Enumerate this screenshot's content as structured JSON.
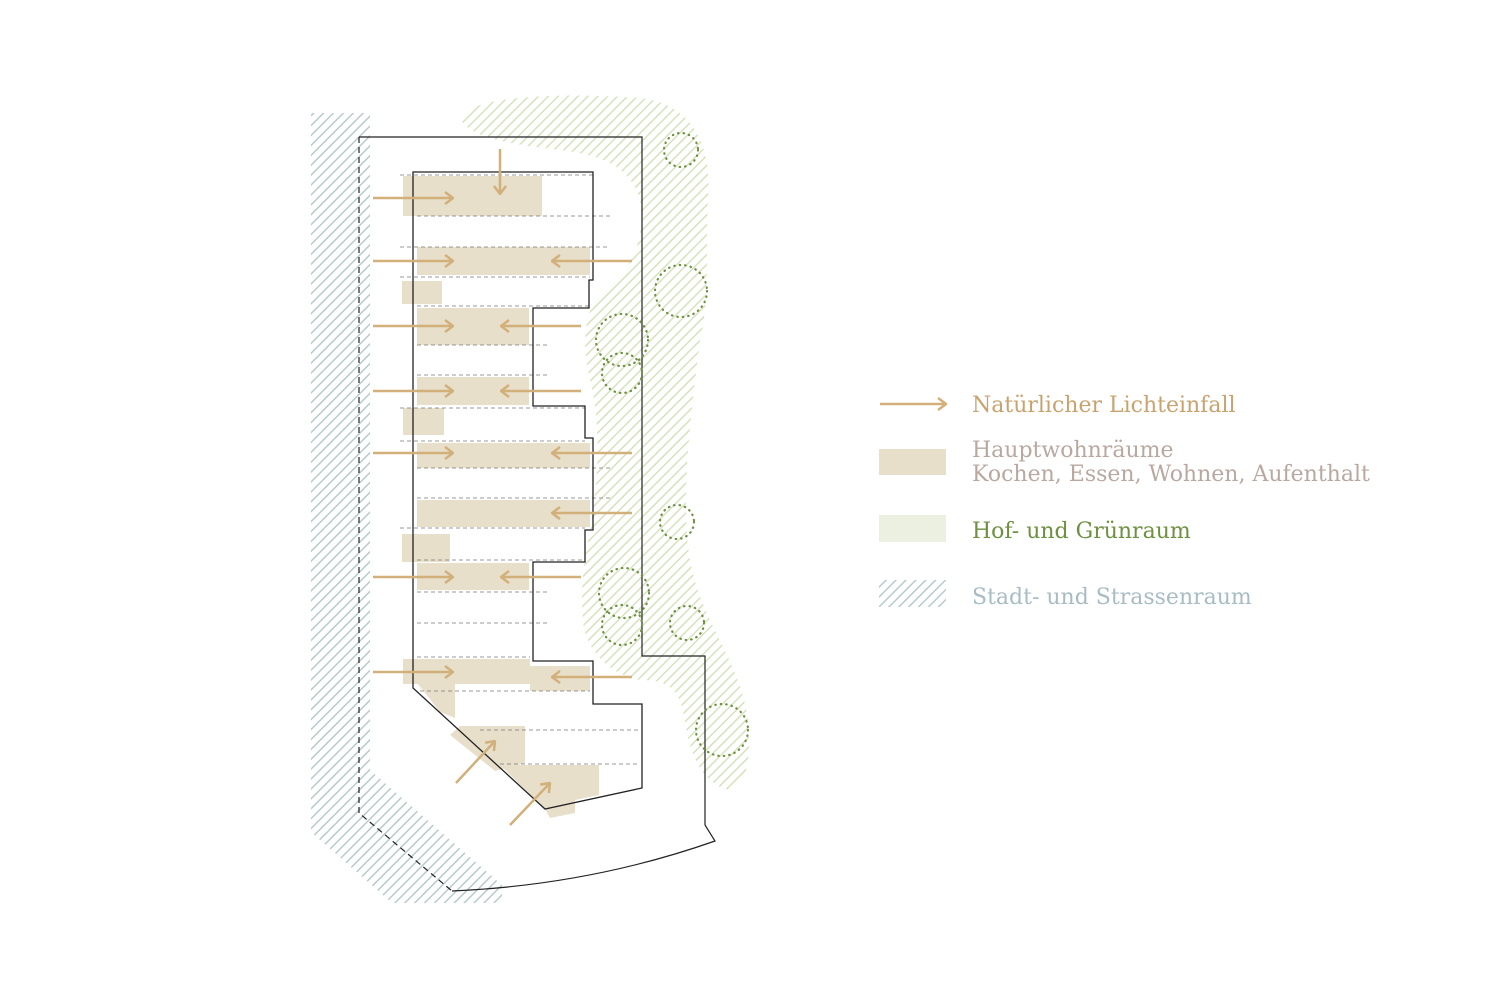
{
  "colors": {
    "light": "#d2b07a",
    "rooms": "#e8dfcb",
    "green": "#6e9040",
    "green_fill": "#ecf0e0",
    "street": "#a9c0c2",
    "outline": "#222222"
  },
  "legend": {
    "light_label": "Natürlicher Lichteinfall",
    "rooms_label_1": "Hauptwohnräume",
    "rooms_label_2": "Kochen, Essen, Wohnen, Aufenthalt",
    "green_label": "Hof- und Grünraum",
    "street_label": "Stadt- und Strassenraum"
  },
  "icons": [
    "arrow-right-icon",
    "tree-icon"
  ]
}
